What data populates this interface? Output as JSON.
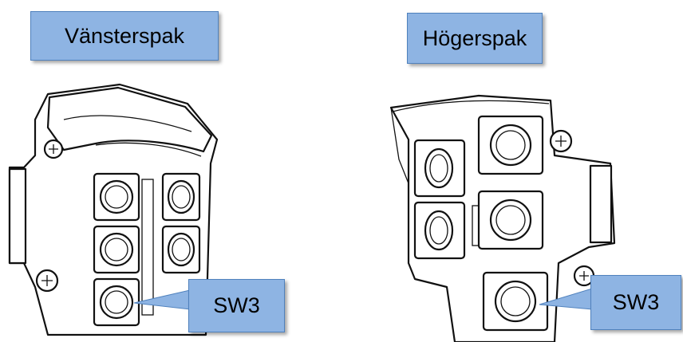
{
  "labels": {
    "left_title": "Vänsterspak",
    "right_title": "Högerspak",
    "left_callout": "SW3",
    "right_callout": "SW3"
  },
  "icons": {
    "left_lever": "joystick-lever-left-drawing",
    "right_lever": "joystick-lever-right-drawing"
  },
  "colors": {
    "label_fill": "#8eb4e3",
    "label_border": "#4f81bd",
    "line": "#111111"
  }
}
